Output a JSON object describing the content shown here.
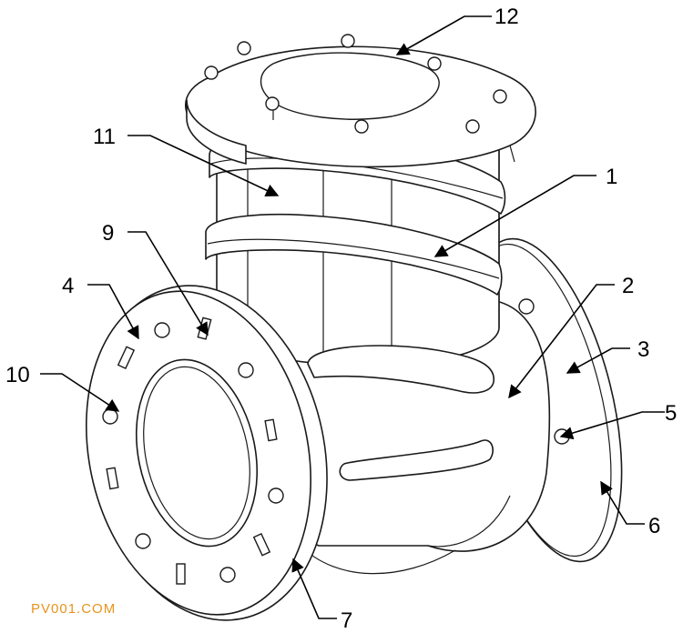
{
  "labels": {
    "l1": "1",
    "l2": "2",
    "l3": "3",
    "l4": "4",
    "l5": "5",
    "l6": "6",
    "l7": "7",
    "l9": "9",
    "l10": "10",
    "l11": "11",
    "l12": "12"
  },
  "watermark": "PV001.COM",
  "colors": {
    "line": "#1a1a1a",
    "watermark": "#e8931c",
    "background": "#ffffff"
  }
}
